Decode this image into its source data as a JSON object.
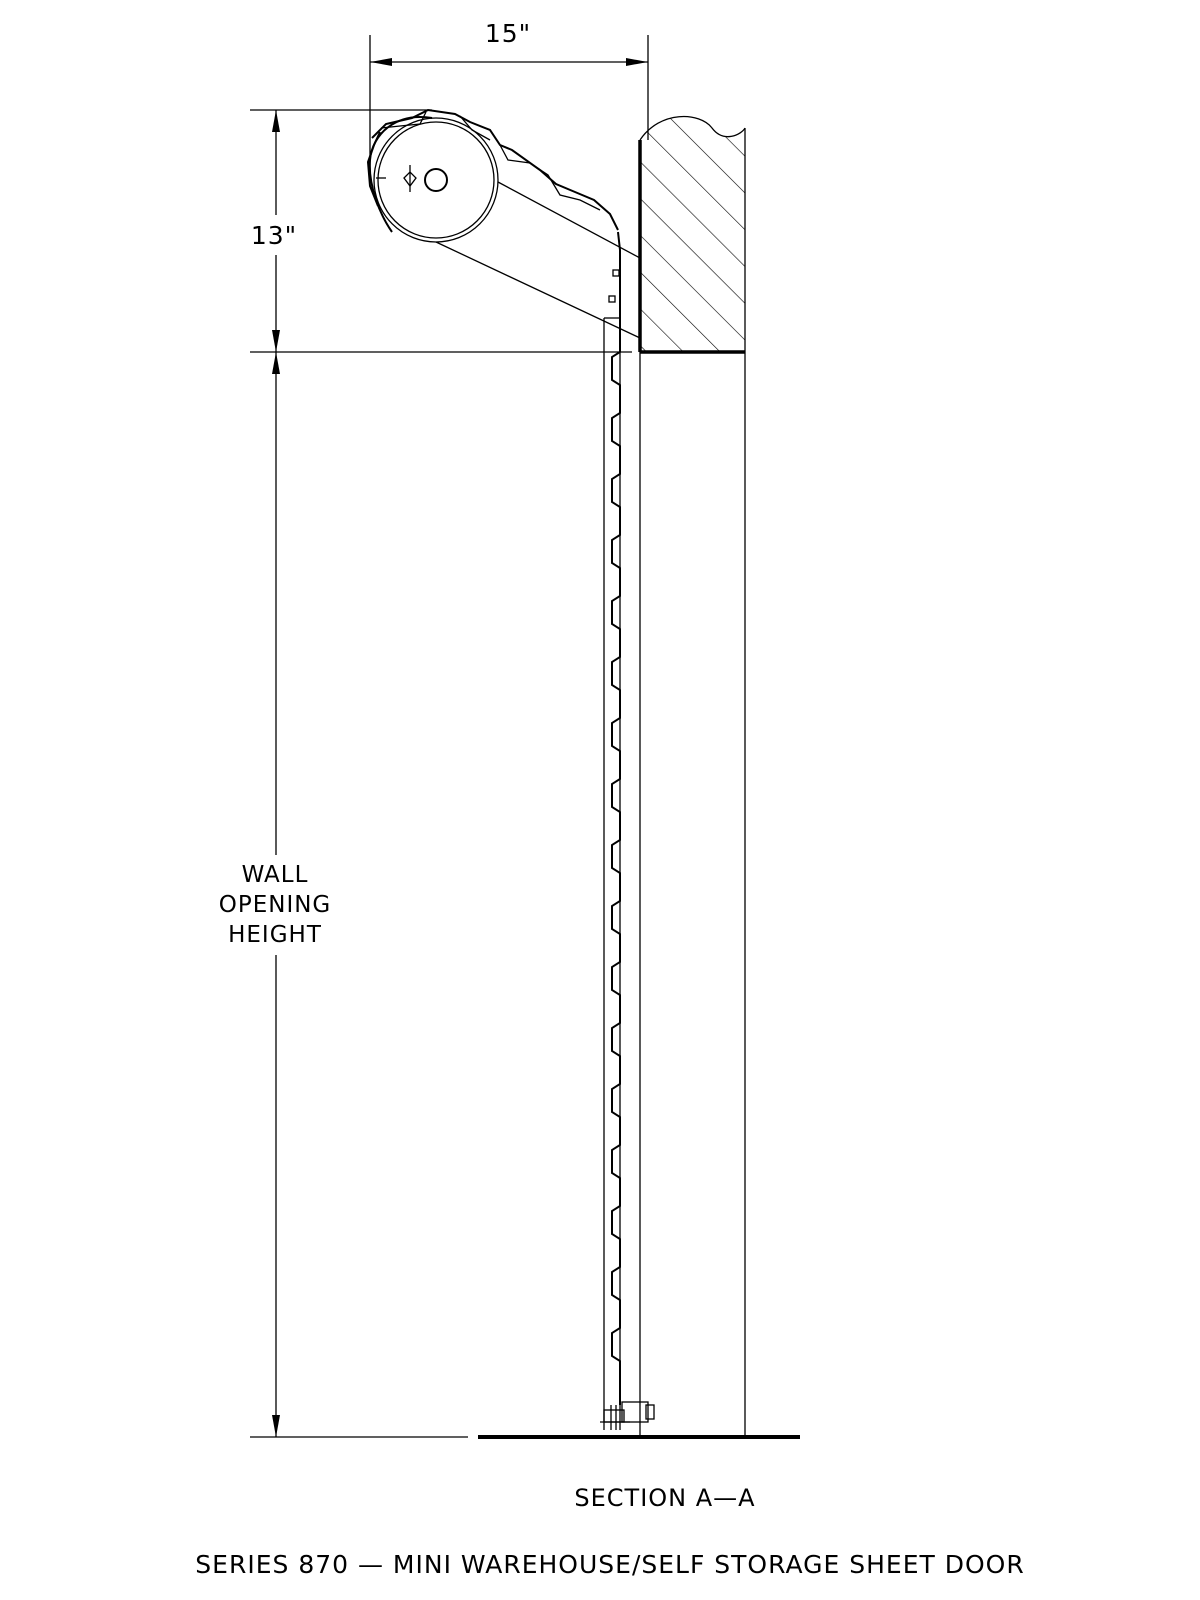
{
  "dimensions": {
    "width_label": "15\"",
    "height_label": "13\"",
    "opening_label": [
      "WALL",
      "OPENING",
      "HEIGHT"
    ]
  },
  "section_label": "SECTION A—A",
  "title": "SERIES 870 — MINI WAREHOUSE/SELF STORAGE SHEET DOOR"
}
